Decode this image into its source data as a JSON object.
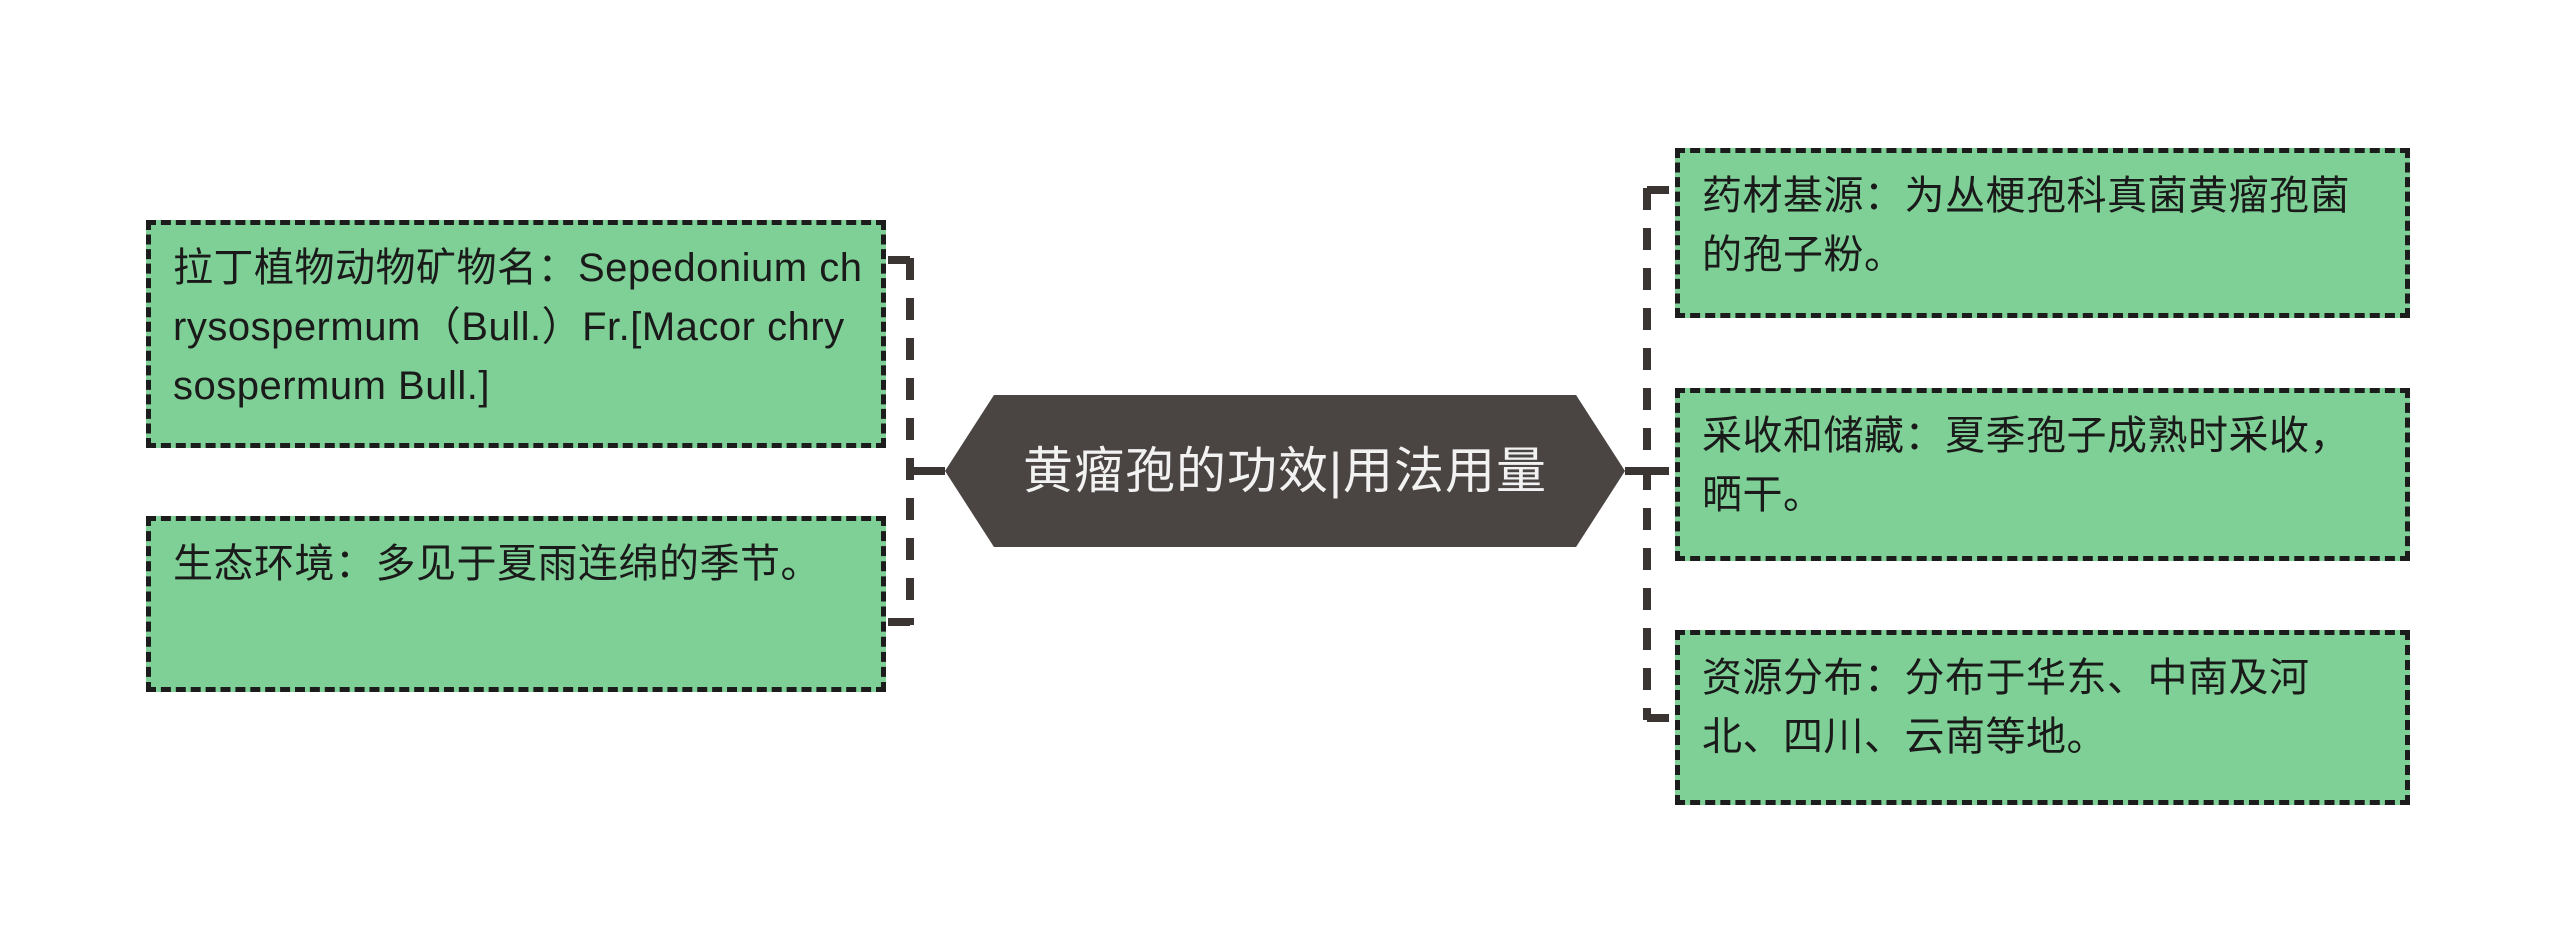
{
  "diagram": {
    "type": "mind-map",
    "orientation": "horizontal-balanced",
    "colors": {
      "leaf_fill": "#7fd096",
      "leaf_border": "#1c1c1c",
      "center_fill": "#4a4442",
      "center_text": "#f2f2f2",
      "connector": "#3a3533",
      "background": "#ffffff"
    },
    "center": {
      "label": "黄瘤孢的功效|用法用量"
    },
    "branches": {
      "left": [
        {
          "id": "latin-name",
          "label": "拉丁植物动物矿物名：Sepedonium chrysospermum（Bull.）Fr.[Macor chrysospermum Bull.]"
        },
        {
          "id": "habitat",
          "label": "生态环境：多见于夏雨连绵的季节。"
        }
      ],
      "right": [
        {
          "id": "source",
          "label": "药材基源：为丛梗孢科真菌黄瘤孢菌的孢子粉。"
        },
        {
          "id": "harvest",
          "label": "采收和储藏：夏季孢子成熟时采收，晒干。"
        },
        {
          "id": "region",
          "label": "资源分布：分布于华东、中南及河北、四川、云南等地。"
        }
      ]
    }
  }
}
